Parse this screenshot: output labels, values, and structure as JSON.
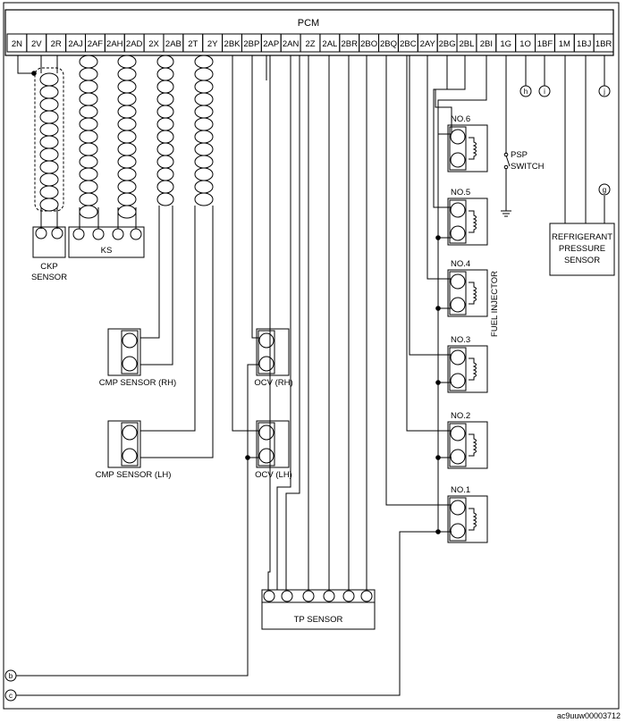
{
  "pcm": {
    "title": "PCM",
    "pins": [
      "2N",
      "2V",
      "2R",
      "2AJ",
      "2AF",
      "2AH",
      "2AD",
      "2X",
      "2AB",
      "2T",
      "2Y",
      "2BK",
      "2BP",
      "2AP",
      "2AN",
      "2Z",
      "2AL",
      "2BR",
      "2BO",
      "2BQ",
      "2BC",
      "2AY",
      "2BG",
      "2BL",
      "2BI",
      "1G",
      "1O",
      "1BF",
      "1M",
      "1BJ",
      "1BR"
    ]
  },
  "components": {
    "ckp": [
      "CKP",
      "SENSOR"
    ],
    "ks": "KS",
    "cmp_rh": "CMP SENSOR (RH)",
    "cmp_lh": "CMP SENSOR (LH)",
    "ocv_rh": "OCV (RH)",
    "ocv_lh": "OCV (LH)",
    "tp": "TP SENSOR",
    "psp": [
      "PSP",
      "SWITCH"
    ],
    "refrigerant": [
      "REFRIGERANT",
      "PRESSURE",
      "SENSOR"
    ],
    "fuel_injector": "FUEL INJECTOR",
    "injectors": [
      "NO.6",
      "NO.5",
      "NO.4",
      "NO.3",
      "NO.2",
      "NO.1"
    ]
  },
  "connectors": {
    "h": "h",
    "i": "i",
    "j": "j",
    "g": "g",
    "b": "b",
    "c": "c"
  },
  "footer": {
    "code": "ac9uuw00003712"
  }
}
